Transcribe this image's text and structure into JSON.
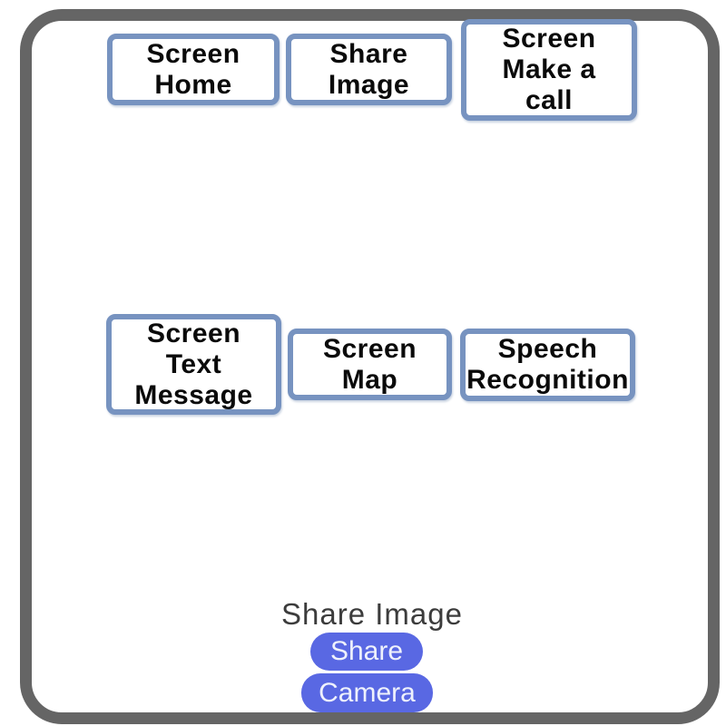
{
  "screens": [
    {
      "id": "home",
      "label": "Screen Home"
    },
    {
      "id": "share-image",
      "label": "Share Image"
    },
    {
      "id": "make-a-call",
      "label": "Screen Make a call"
    },
    {
      "id": "text-message",
      "label": "Screen Text Message"
    },
    {
      "id": "map",
      "label": "Screen Map"
    },
    {
      "id": "speech-recognition",
      "label": "Speech Recognition"
    }
  ],
  "share_panel": {
    "caption": "Share Image",
    "share_label": "Share",
    "camera_label": "Camera"
  },
  "colors": {
    "frame_border": "#656565",
    "screen_box_border": "#7793c0",
    "screen_box_text": "#0a0a0a",
    "accent_button": "#5968e3",
    "button_text": "#eef1fc",
    "caption_text": "#3c3c3c",
    "background": "#ffffff"
  }
}
